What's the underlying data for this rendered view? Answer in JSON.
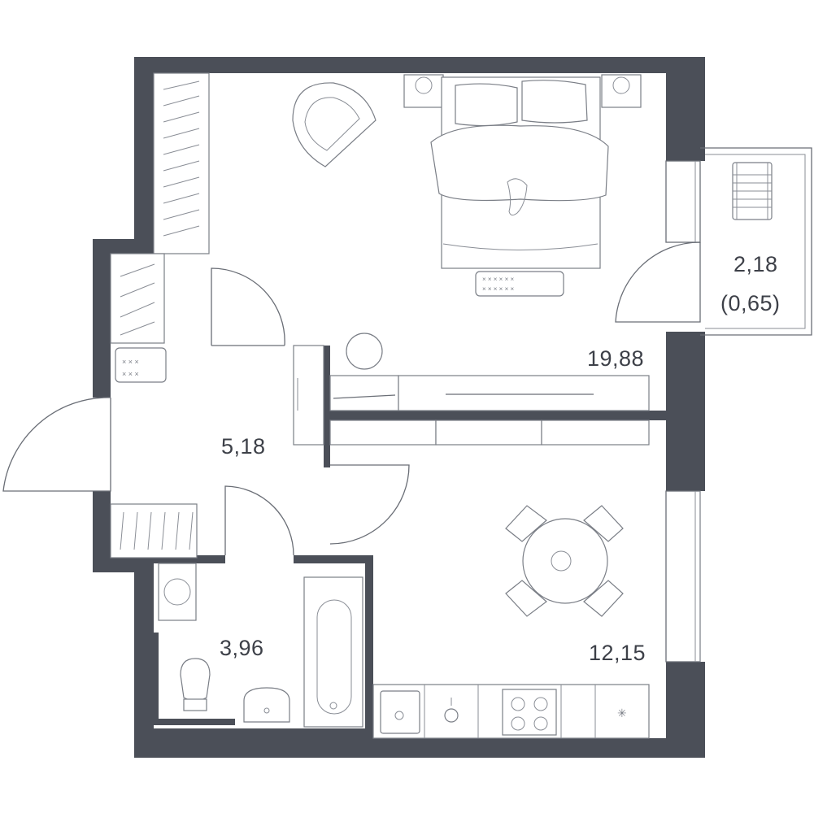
{
  "rooms": {
    "bedroom": {
      "area": "19,88"
    },
    "hall": {
      "area": "5,18"
    },
    "bathroom": {
      "area": "3,96"
    },
    "kitchen": {
      "area": "12,15"
    },
    "balcony": {
      "area": "2,18",
      "reduced_area": "(0,65)"
    }
  },
  "colors": {
    "wall": "#4b4f58",
    "line": "#6a6e76",
    "text": "#3d4048",
    "background": "#ffffff"
  },
  "icons": [
    "armchair-icon",
    "bed-icon",
    "nightstand-icon",
    "rug-icon",
    "cat-icon",
    "round-table-icon",
    "chair-icon",
    "bathtub-icon",
    "toilet-icon",
    "washbasin-icon",
    "washing-machine-icon",
    "sink-icon",
    "faucet-icon",
    "cooktop-icon",
    "lounge-chair-icon",
    "wardrobe-icon",
    "doormat-icon",
    "tv-icon",
    "mirror-icon"
  ]
}
